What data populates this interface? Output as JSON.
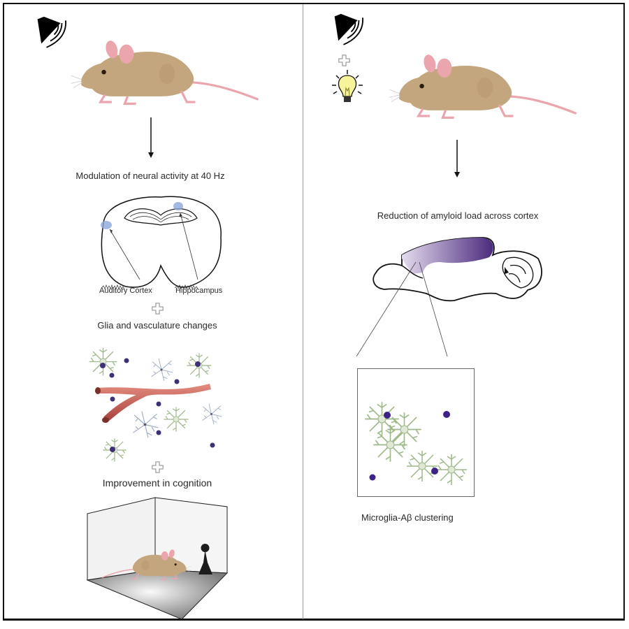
{
  "left_panel": {
    "stimulus": [
      "speaker-icon"
    ],
    "step1_label": "Modulation of neural activity at 40 Hz",
    "brain_labels": {
      "auditory": "Auditory Cortex",
      "hippocampus": "Hippocampus"
    },
    "step2_label": "Glia and vasculature changes",
    "step3_label": "Improvement in cognition"
  },
  "right_panel": {
    "stimulus": [
      "speaker-icon",
      "plus-icon",
      "lightbulb-icon"
    ],
    "step1_label": "Reduction of amyloid load across cortex",
    "inset_label": "Microglia-Aβ clustering"
  },
  "colors": {
    "mouse_fur": "#c4a67e",
    "mouse_pink": "#eaa5ad",
    "amyloid_purple": "#4b2a7d",
    "vessel_red": "#c9574f",
    "microglia_green": "#9fb88a",
    "astrocyte_blue": "#9fb0c8",
    "highlight_blue": "#8fa6dd"
  }
}
